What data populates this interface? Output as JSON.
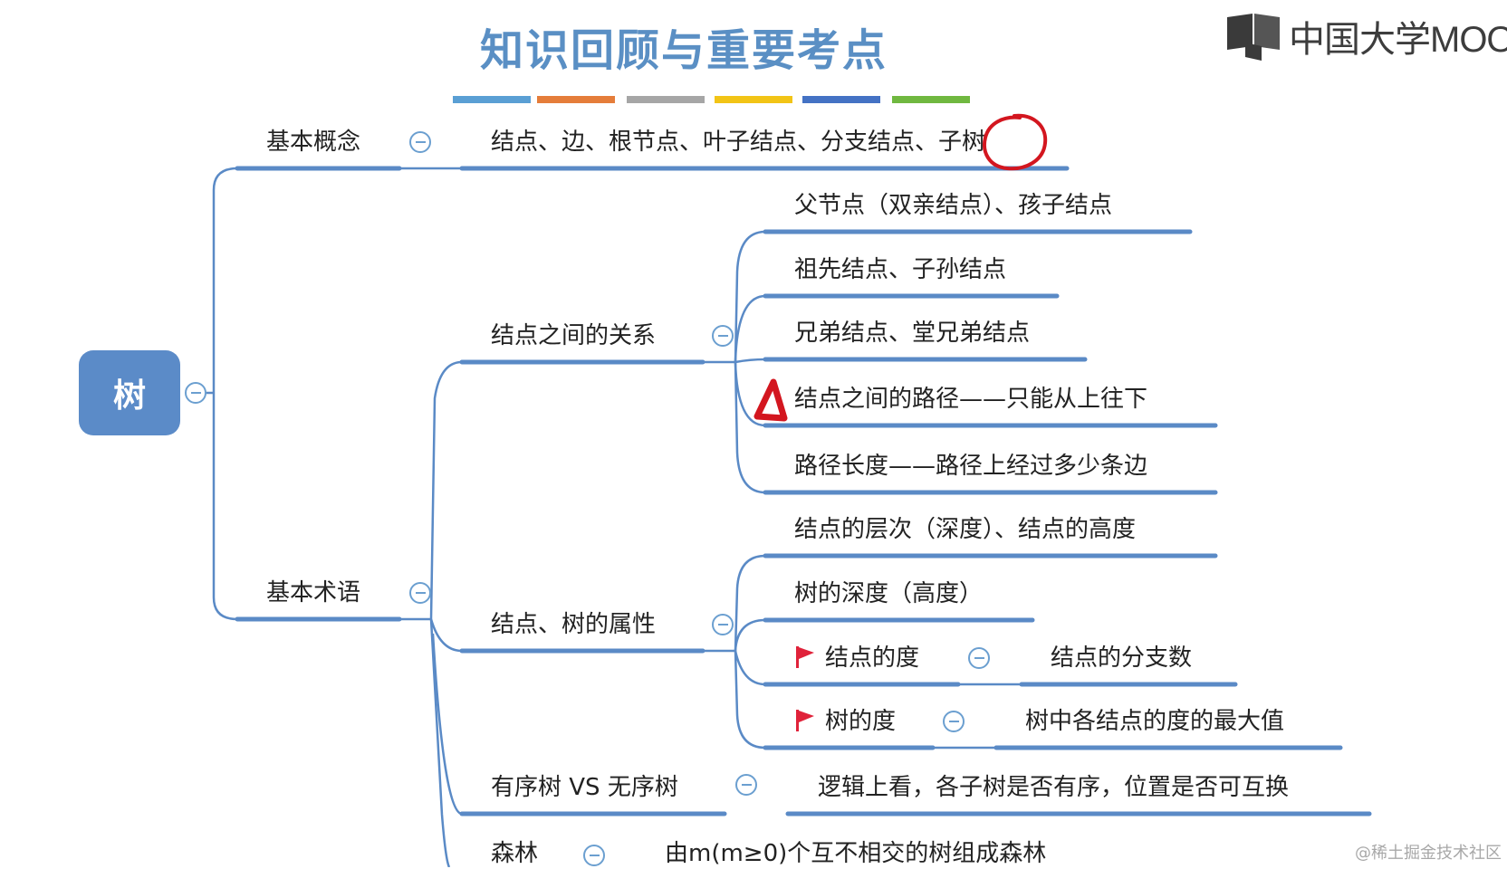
{
  "title": "知识回顾与重要考点",
  "brand": {
    "name": "中国大学MOO",
    "icon": "mooc-book-logo"
  },
  "watermark": "@稀土掘金技术社区",
  "colors": {
    "node_fill": "#5b8bc8",
    "line": "#5a8ac6",
    "title": "#5a8fc4",
    "flag": "#e0223a",
    "annotation": "#d3161f",
    "stripes": [
      "#5a9fd4",
      "#e57d3a",
      "#a6a6a6",
      "#f2c416",
      "#4472c4",
      "#70b840"
    ]
  },
  "mindmap": {
    "root": "树",
    "basic_concepts": {
      "label": "基本概念",
      "detail": "结点、边、根节点、叶子结点、分支结点、子树"
    },
    "terminology": {
      "label": "基本术语",
      "relations": {
        "label": "结点之间的关系",
        "items": [
          "父节点（双亲结点）、孩子结点",
          "祖先结点、子孙结点",
          "兄弟结点、堂兄弟结点",
          "结点之间的路径——只能从上往下",
          "路径长度——路径上经过多少条边"
        ]
      },
      "attributes": {
        "label": "结点、树的属性",
        "items": [
          "结点的层次（深度）、结点的高度",
          "树的深度（高度）"
        ],
        "node_degree": {
          "label": "结点的度",
          "detail": "结点的分支数",
          "icon": "red-flag-icon"
        },
        "tree_degree": {
          "label": "树的度",
          "detail": "树中各结点的度的最大值",
          "icon": "red-flag-icon"
        }
      },
      "ordered": {
        "label": "有序树 VS 无序树",
        "detail": "逻辑上看，各子树是否有序，位置是否可互换"
      },
      "forest": {
        "label": "森林",
        "detail": "由m(m≥0)个互不相交的树组成森林"
      }
    }
  }
}
